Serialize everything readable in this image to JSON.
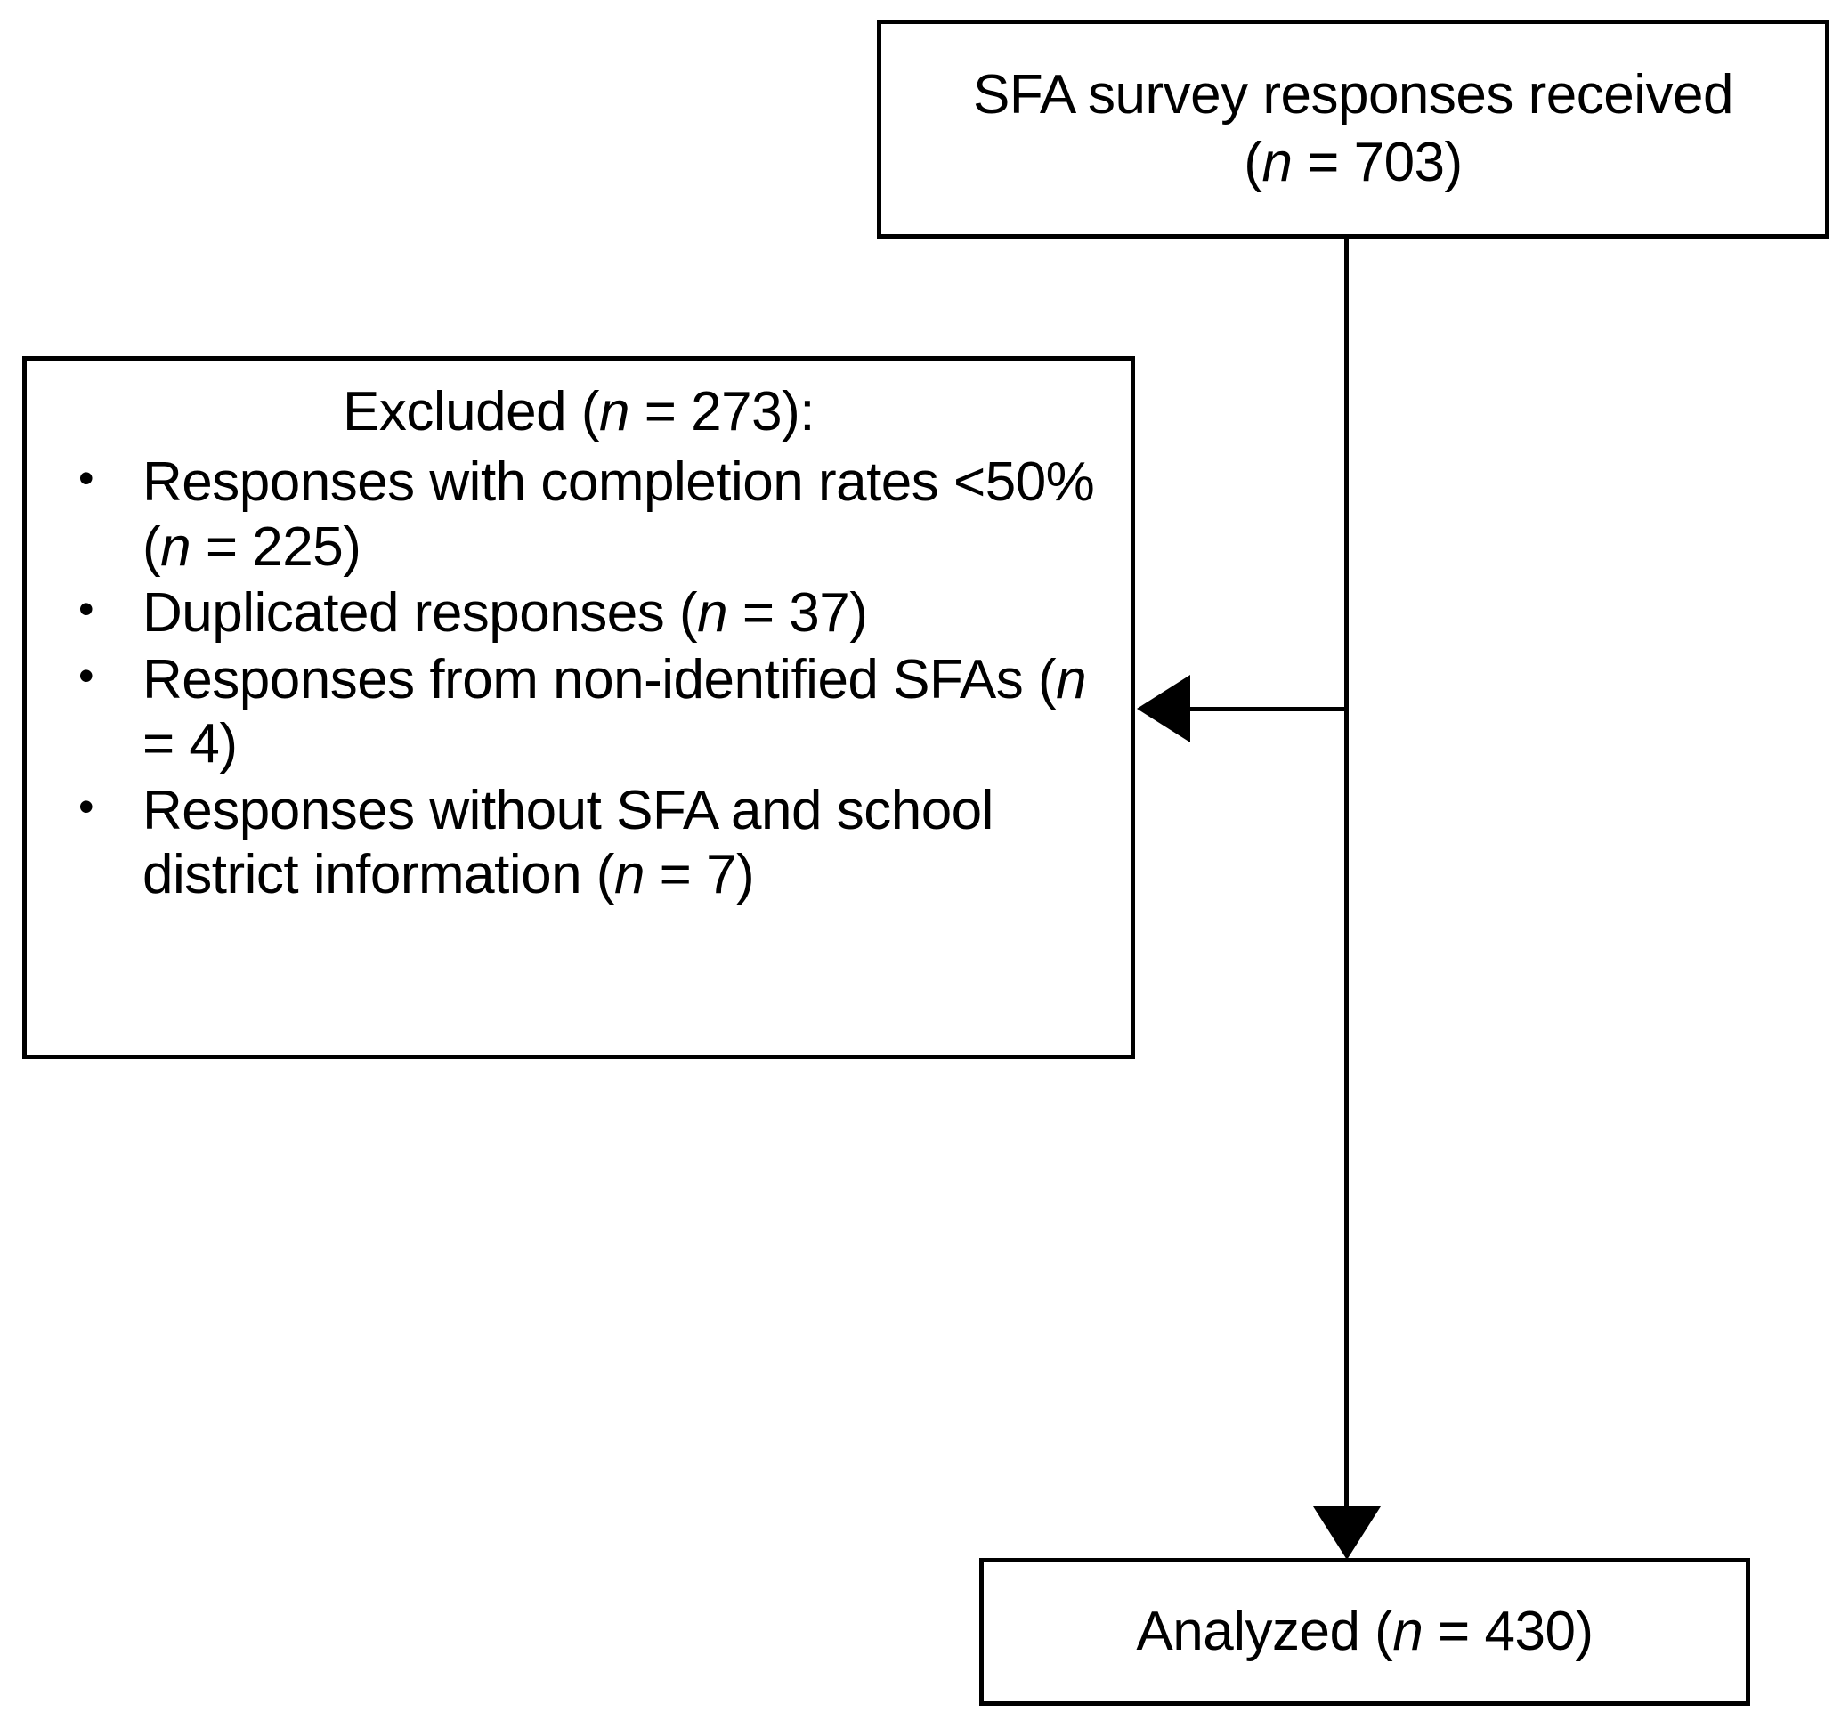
{
  "diagram": {
    "type": "participant-flow-diagram",
    "boxes": {
      "received": {
        "line1": "SFA survey responses received",
        "line2_prefix": "(",
        "line2_var": "n",
        "line2_suffix": " = 703)",
        "n_label": "n",
        "n_value": 703,
        "full_text": "SFA survey responses received (n = 703)"
      },
      "excluded": {
        "heading_prefix": "Excluded (",
        "heading_var": "n",
        "heading_suffix": " = 273):",
        "n_label": "n",
        "n_value": 273,
        "full_heading": "Excluded (n = 273):",
        "bullet_glyph": "•",
        "items": [
          {
            "text_before": "Responses with completion rates <50% (",
            "var": "n",
            "text_after": " = 225)",
            "n_value": 225,
            "full_text": "Responses with completion rates <50% (n = 225)"
          },
          {
            "text_before": "Duplicated responses (",
            "var": "n",
            "text_after": " = 37)",
            "n_value": 37,
            "full_text": "Duplicated responses (n = 37)"
          },
          {
            "text_before": "Responses from non-identified SFAs (",
            "var": "n",
            "text_after": " = 4)",
            "n_value": 4,
            "full_text": "Responses from non-identified SFAs (n = 4)"
          },
          {
            "text_before": "Responses without SFA and school district information (",
            "var": "n",
            "text_after": " = 7)",
            "n_value": 7,
            "full_text": "Responses without SFA and school district information (n = 7)"
          }
        ]
      },
      "analyzed": {
        "text_before": "Analyzed (",
        "var": "n",
        "text_after": " = 430)",
        "n_value": 430,
        "full_text": "Analyzed (n = 430)"
      }
    },
    "colors": {
      "stroke": "#000000",
      "fill": "#ffffff",
      "text": "#000000"
    }
  }
}
